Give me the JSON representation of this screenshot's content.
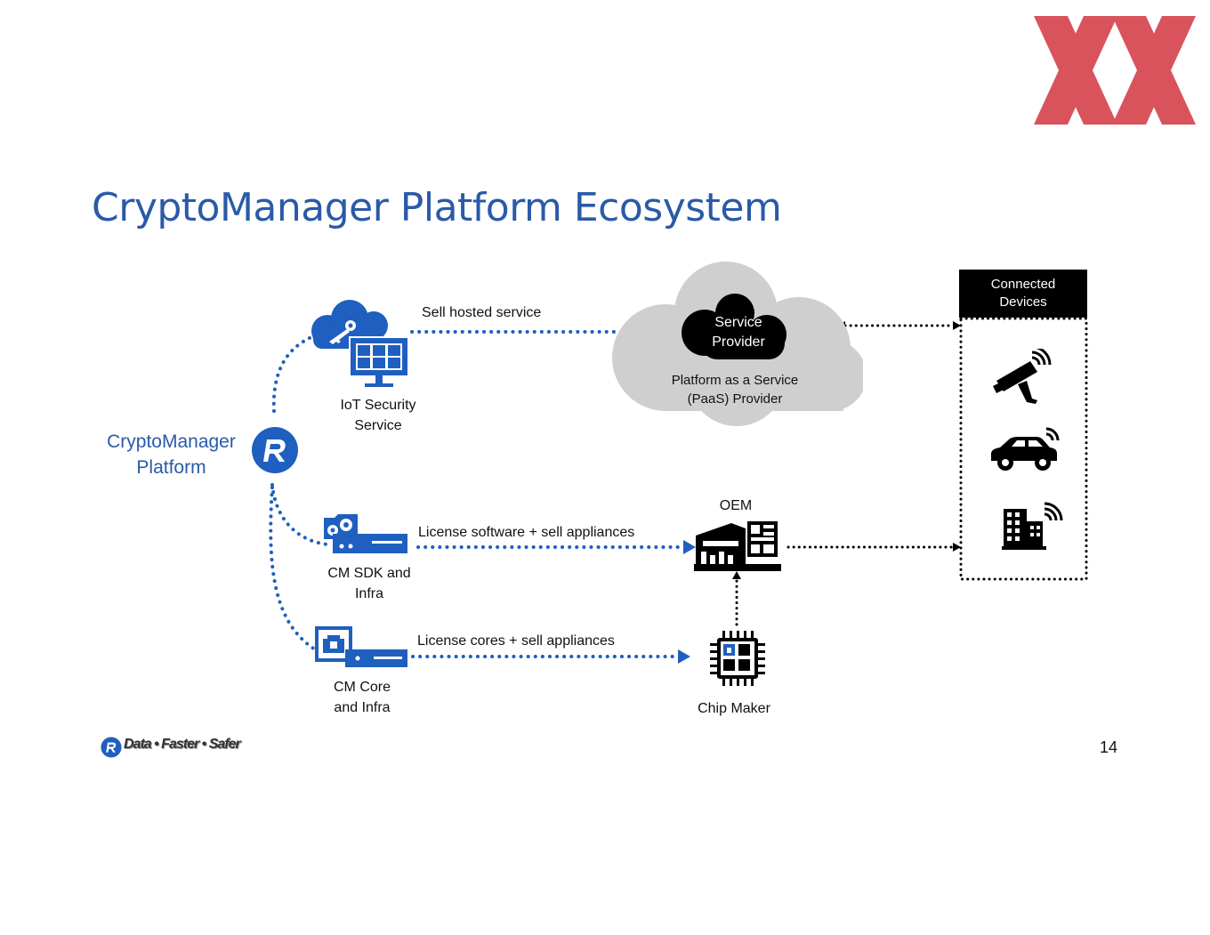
{
  "slide": {
    "title": "CryptoManager Platform Ecosystem",
    "page_number": "14",
    "tagline": "Data • Faster • Safer"
  },
  "colors": {
    "title_blue": "#2a5aa8",
    "icon_blue": "#1f5fbf",
    "logo_red": "#d64550",
    "cloud_gray": "#cfcfcf"
  },
  "nodes": {
    "platform": {
      "label_line1": "CryptoManager",
      "label_line2": "Platform",
      "icon": "rambus-r-logo-icon"
    },
    "iot_service": {
      "label_line1": "IoT Security",
      "label_line2": "Service",
      "icon": "cloud-key-monitor-icon"
    },
    "cm_sdk": {
      "label_line1": "CM SDK and",
      "label_line2": "Infra",
      "icon": "gears-server-icon"
    },
    "cm_core": {
      "label_line1": "CM Core",
      "label_line2": "and Infra",
      "icon": "lock-engine-server-icon"
    },
    "service_provider": {
      "label_line1": "Service",
      "label_line2": "Provider"
    },
    "paas": {
      "label_line1": "Platform as a Service",
      "label_line2": "(PaaS) Provider",
      "icon": "cloud-icon"
    },
    "oem": {
      "label": "OEM",
      "icon": "factory-icon"
    },
    "chip_maker": {
      "label": "Chip Maker",
      "icon": "chip-icon"
    },
    "connected_devices": {
      "label_line1": "Connected",
      "label_line2": "Devices",
      "device_icons": [
        "security-camera-icon",
        "connected-car-icon",
        "smart-building-icon"
      ]
    }
  },
  "edges": {
    "sell_hosted": "Sell hosted service",
    "license_software": "License software + sell appliances",
    "license_cores": "License cores + sell appliances"
  }
}
